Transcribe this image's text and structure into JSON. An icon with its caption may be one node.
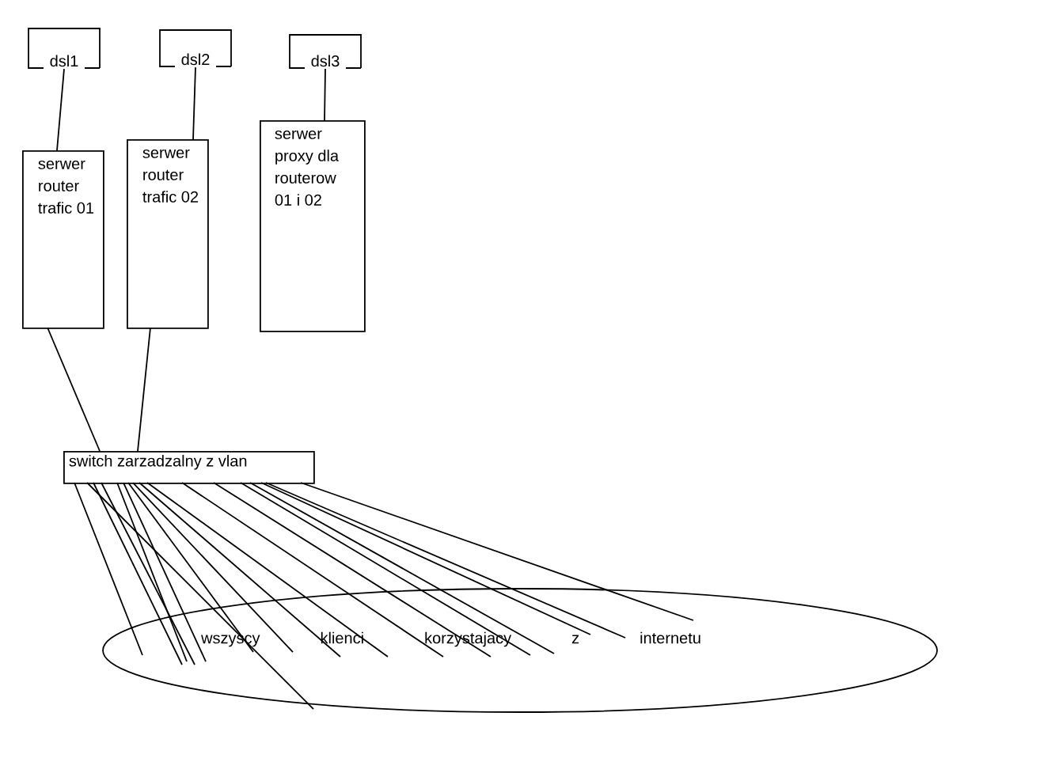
{
  "diagram": {
    "nodes": [
      {
        "text": [
          "dsl1"
        ]
      },
      {
        "text": [
          "dsl2"
        ]
      },
      {
        "text": [
          "dsl3"
        ]
      },
      {
        "text": [
          "serwer router trafic 01"
        ]
      },
      {
        "text": [
          "serwer router trafic 02"
        ]
      },
      {
        "text": [
          "serwer proxy dla routerow 01 i 02"
        ]
      },
      {
        "text": [
          "switch zarzadzalny z vlan"
        ]
      },
      {
        "text": [
          "wszyscy klienci korzystajacy z internetu"
        ]
      }
    ],
    "edges": [
      {
        "from": 0,
        "to": 3,
        "arrow": "none"
      },
      {
        "from": 1,
        "to": 4,
        "arrow": "none"
      },
      {
        "from": 2,
        "to": 5,
        "arrow": "none"
      },
      {
        "from": 3,
        "to": 6,
        "arrow": "none"
      },
      {
        "from": 4,
        "to": 6,
        "arrow": "none"
      },
      {
        "from": 6,
        "to": 7,
        "arrow": "none"
      },
      {
        "from": 6,
        "to": 7,
        "arrow": "none"
      },
      {
        "from": 6,
        "to": 7,
        "arrow": "none"
      },
      {
        "from": 6,
        "to": 7,
        "arrow": "none"
      },
      {
        "from": 6,
        "to": 7,
        "arrow": "none"
      },
      {
        "from": 6,
        "to": 7,
        "arrow": "none"
      },
      {
        "from": 6,
        "to": 7,
        "arrow": "none"
      },
      {
        "from": 6,
        "to": 7,
        "arrow": "none"
      },
      {
        "from": 6,
        "to": 7,
        "arrow": "none"
      },
      {
        "from": 6,
        "to": 7,
        "arrow": "none"
      },
      {
        "from": 6,
        "to": 7,
        "arrow": "none"
      },
      {
        "from": 6,
        "to": 7,
        "arrow": "none"
      },
      {
        "from": 6,
        "to": 7,
        "arrow": "none"
      },
      {
        "from": 6,
        "to": 7,
        "arrow": "none"
      },
      {
        "from": 6,
        "to": 7,
        "arrow": "none"
      },
      {
        "from": 6,
        "to": 7,
        "arrow": "none"
      },
      {
        "from": 6,
        "to": 7,
        "arrow": "none"
      }
    ]
  }
}
